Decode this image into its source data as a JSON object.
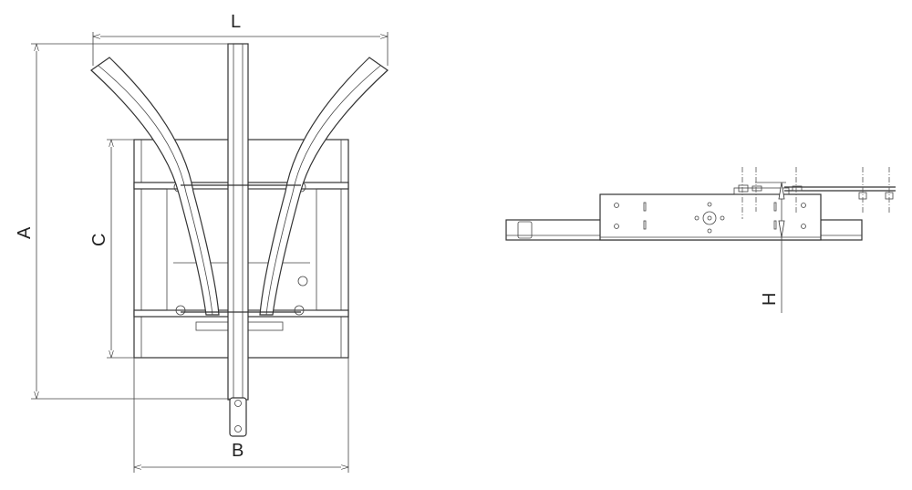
{
  "drawing": {
    "dimensions": {
      "L": "L",
      "A": "A",
      "C": "C",
      "B": "B",
      "H": "H"
    },
    "line_color": "#333333",
    "background": "#ffffff"
  }
}
